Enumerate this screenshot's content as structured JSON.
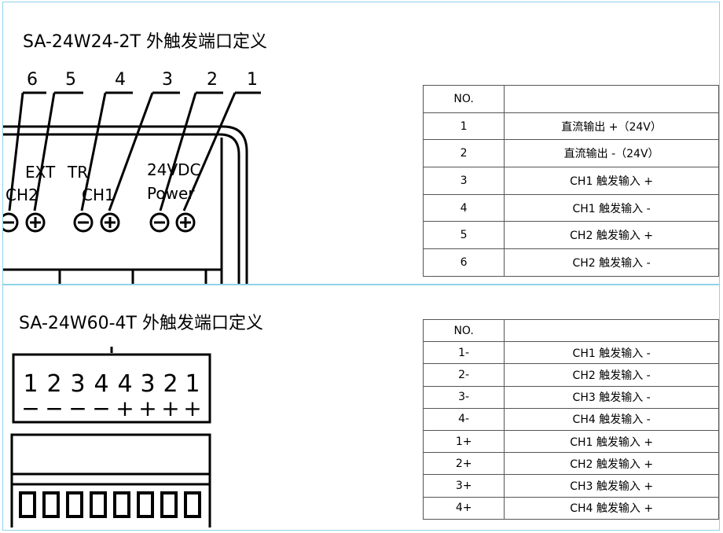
{
  "section1": {
    "title": "SA-24W24-2T 外触发端口定义",
    "diagram": {
      "pin_numbers": [
        "6",
        "5",
        "4",
        "3",
        "2",
        "1"
      ],
      "label_ext": "EXT",
      "label_tr": "TR",
      "label_24vdc": "24VDC",
      "label_power": "Power",
      "label_ch2": "CH2",
      "label_ch1": "CH1"
    },
    "table": {
      "header": [
        "NO.",
        ""
      ],
      "rows": [
        [
          "1",
          "直流输出 +（24V）"
        ],
        [
          "2",
          "直流输出 -（24V）"
        ],
        [
          "3",
          "CH1 触发输入 +"
        ],
        [
          "4",
          "CH1 触发输入 -"
        ],
        [
          "5",
          "CH2 触发输入 +"
        ],
        [
          "6",
          "CH2 触发输入 -"
        ]
      ]
    }
  },
  "section2": {
    "title": "SA-24W60-4T 外触发端口定义",
    "diagram": {
      "digits": [
        "1",
        "2",
        "3",
        "4",
        "4",
        "3",
        "2",
        "1"
      ],
      "signs": [
        "−",
        "−",
        "−",
        "−",
        "+",
        "+",
        "+",
        "+"
      ]
    },
    "table": {
      "header": [
        "NO.",
        ""
      ],
      "rows": [
        [
          "1-",
          "CH1 触发输入 -"
        ],
        [
          "2-",
          "CH2 触发输入 -"
        ],
        [
          "3-",
          "CH3 触发输入 -"
        ],
        [
          "4-",
          "CH4 触发输入 -"
        ],
        [
          "1+",
          "CH1 触发输入 +"
        ],
        [
          "2+",
          "CH2 触发输入 +"
        ],
        [
          "3+",
          "CH3 触发输入 +"
        ],
        [
          "4+",
          "CH4 触发输入 +"
        ]
      ]
    }
  },
  "colors": {
    "panel_border": "#8fd3e8",
    "line": "#000000",
    "table_border": "#555555"
  }
}
